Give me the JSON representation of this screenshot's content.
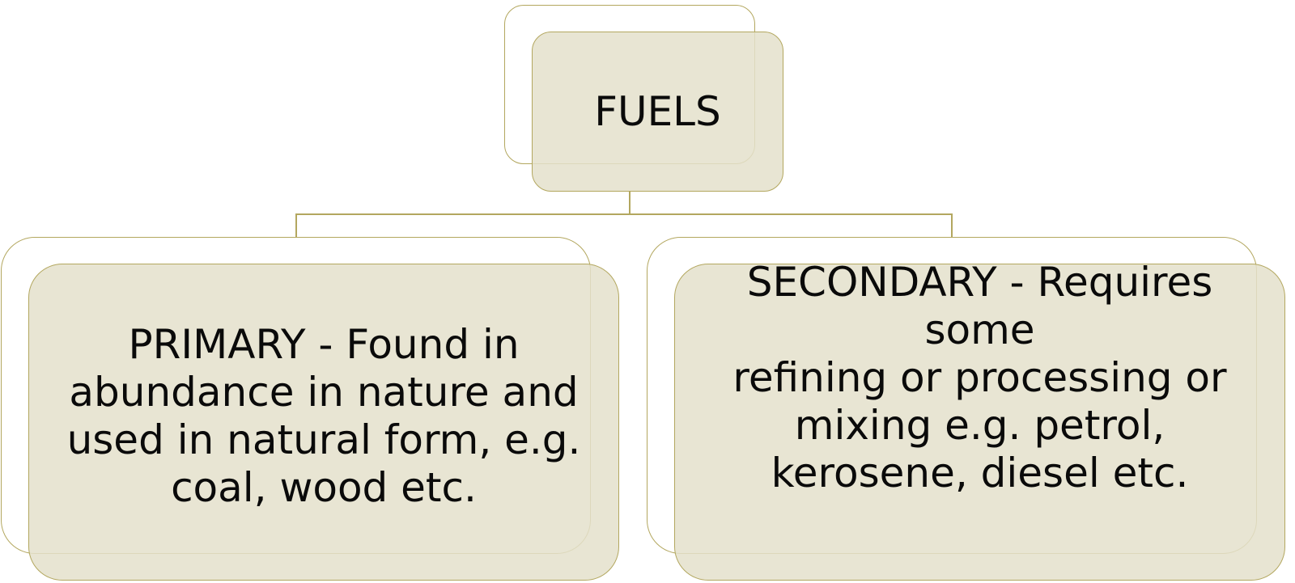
{
  "diagram": {
    "root": {
      "label": "FUELS"
    },
    "children": [
      {
        "label": "PRIMARY - Found in\nabundance in nature and\nused in natural form, e.g.\ncoal, wood etc."
      },
      {
        "label": "SECONDARY - Requires some\nrefining or processing or\nmixing e.g. petrol,\nkerosene, diesel etc."
      }
    ]
  },
  "colors": {
    "border": "#b3a75f",
    "fill": "#e4e0cb",
    "text": "#0a0a0a",
    "background": "#ffffff"
  }
}
